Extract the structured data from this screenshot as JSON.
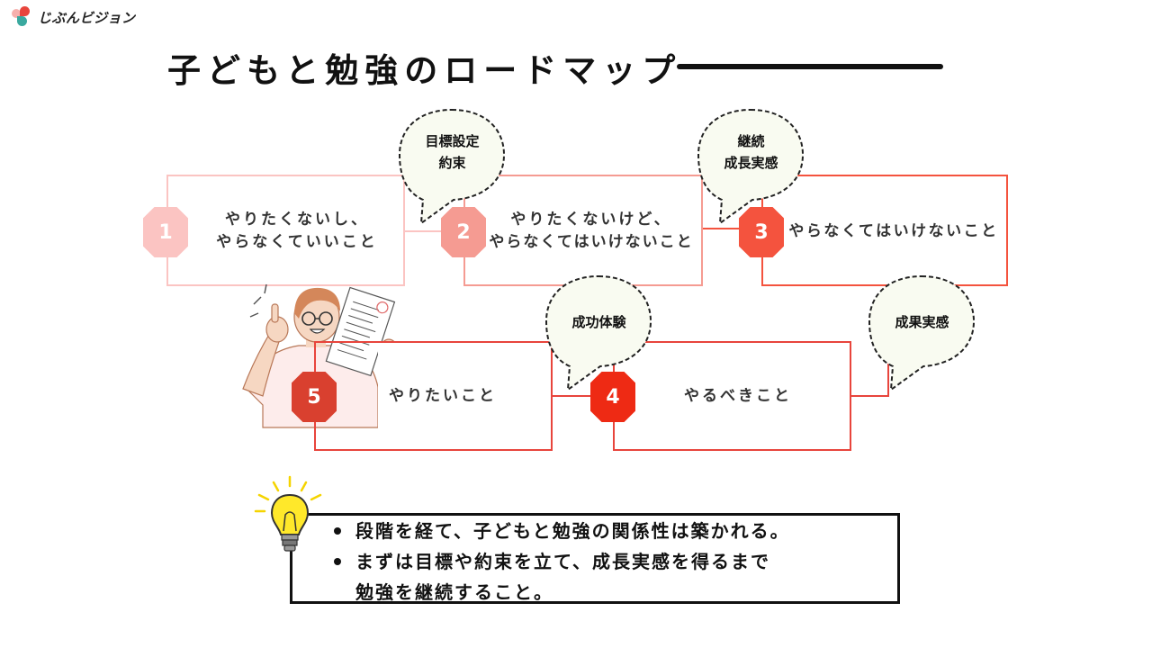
{
  "brand": {
    "name": "じぶんビジョン",
    "colors": {
      "red": "#e8453c",
      "pink": "#f6b0ad",
      "teal": "#3aa99f"
    }
  },
  "title": "子どもと勉強のロードマップ",
  "steps": [
    {
      "number": "1",
      "lines": [
        "やりたくないし、",
        "やらなくていいこと"
      ],
      "color": "#fbc4c2",
      "border": "#fbc4c2"
    },
    {
      "number": "2",
      "lines": [
        "やりたくないけど、",
        "やらなくてはいけないこと"
      ],
      "color": "#f59b92",
      "border": "#f59b92"
    },
    {
      "number": "3",
      "lines": [
        "やらなくてはいけないこと"
      ],
      "color": "#f4533e",
      "border": "#f4533e"
    },
    {
      "number": "4",
      "lines": [
        "やるべきこと"
      ],
      "color": "#ee2a14",
      "border": "#e8453c"
    },
    {
      "number": "5",
      "lines": [
        "やりたいこと"
      ],
      "color": "#d9402f",
      "border": "#e8453c"
    }
  ],
  "bubbles": [
    {
      "lines": [
        "目標設定",
        "約束"
      ]
    },
    {
      "lines": [
        "継続",
        "成長実感"
      ]
    },
    {
      "lines": [
        "成功体験"
      ]
    },
    {
      "lines": [
        "成果実感"
      ]
    }
  ],
  "notes": [
    "段階を経て、子どもと勉強の関係性は築かれる。",
    "まずは目標や約束を立て、成長実感を得るまで",
    "勉強を継続すること。"
  ]
}
